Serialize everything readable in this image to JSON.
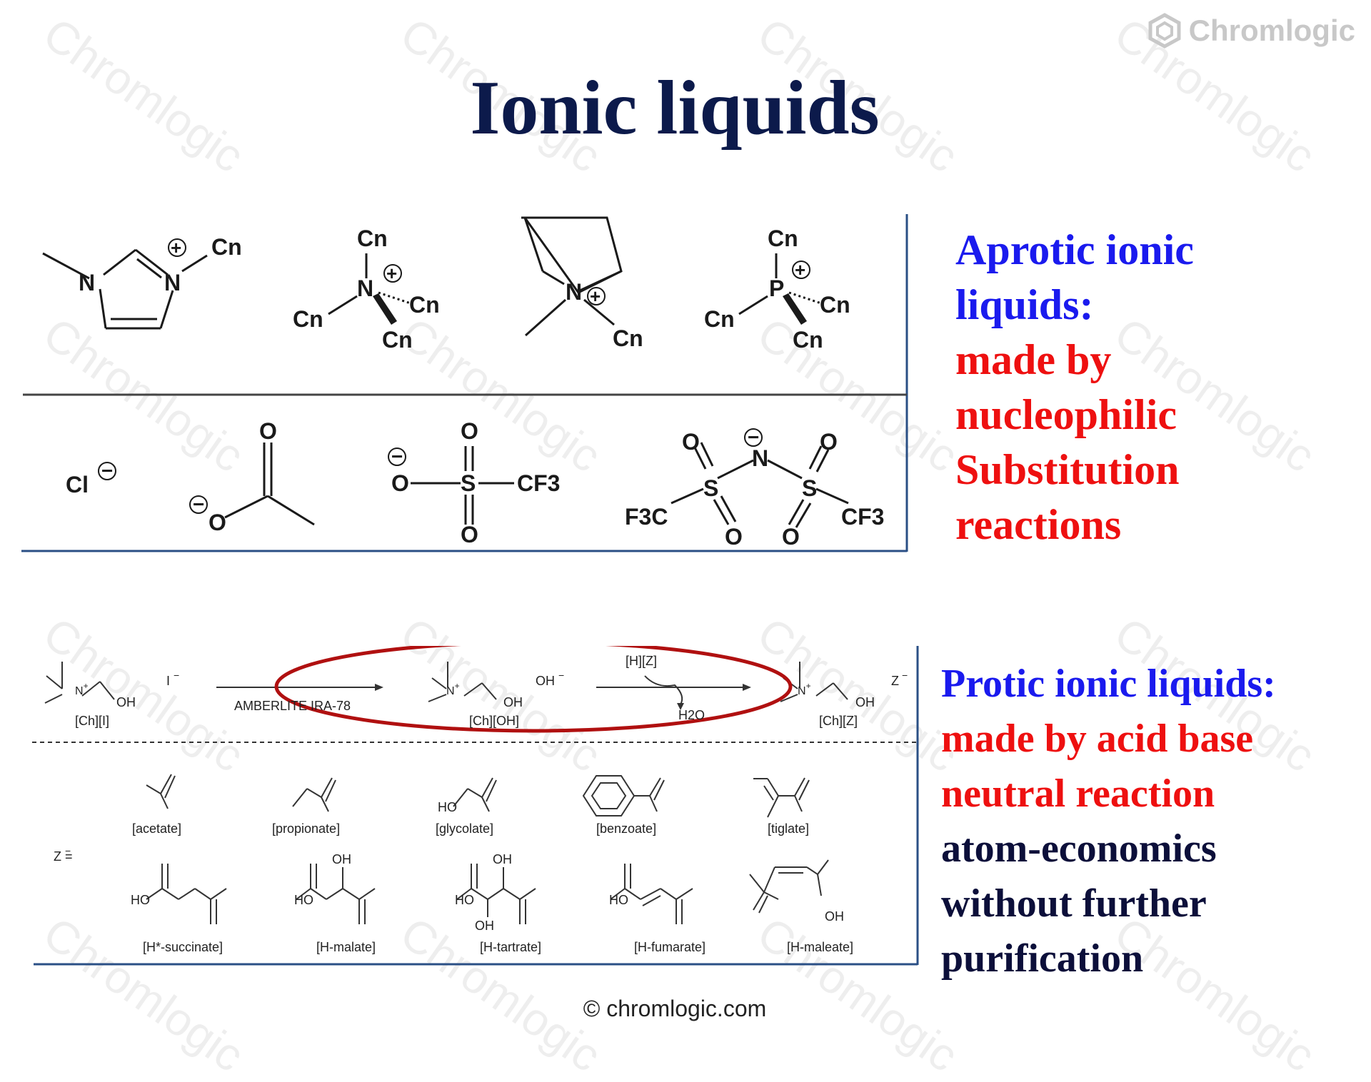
{
  "watermark": "Chromlogic",
  "logo": {
    "text": "Chromlogic",
    "icon": "hexagon-logo-icon"
  },
  "title": "Ionic liquids",
  "aprotic": {
    "heading_lines": [
      "Aprotic ionic",
      "liquids:"
    ],
    "desc_lines": [
      "made by",
      "nucleophilic",
      "Substitution",
      "reactions"
    ],
    "cation_labels": {
      "cn": "Cn",
      "n": "N",
      "p": "P"
    },
    "anion_labels": {
      "cl": "Cl",
      "o": "O",
      "s": "S",
      "n": "N",
      "cf3": "CF3",
      "f3c": "F3C"
    }
  },
  "protic": {
    "heading_lines": [
      "Protic ionic liquids:"
    ],
    "desc_red_lines": [
      "made by acid base",
      "neutral reaction"
    ],
    "desc_navy_lines": [
      "atom-economics",
      "without further",
      "purification"
    ],
    "scheme": {
      "reagent": "AMBERLITE IRA-78",
      "acid": "[H][Z]",
      "water": "H2O",
      "start_label": "[Ch][I]",
      "middle_label": "[Ch][OH]",
      "end_label": "[Ch][Z]",
      "iodide": "I",
      "hydroxide": "OH",
      "oh": "OH",
      "z": "Z",
      "z_eq": "Z  =",
      "anions_row1": [
        "[acetate]",
        "[propionate]",
        "[glycolate]",
        "[benzoate]",
        "[tiglate]"
      ],
      "anions_row2": [
        "[H*-succinate]",
        "[H-malate]",
        "[H-tartrate]",
        "[H-fumarate]",
        "[H-maleate]"
      ],
      "ho": "HO"
    }
  },
  "footer": "© chromlogic.com",
  "colors": {
    "title": "#0c1a4b",
    "blue": "#1a1aee",
    "red": "#ee1010",
    "navy": "#0c0f3a",
    "ellipse": "#b01010",
    "frame": "#1f4e8c"
  }
}
